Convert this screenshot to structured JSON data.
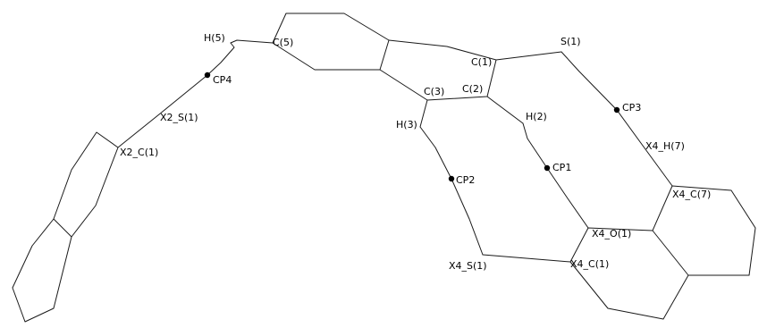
{
  "labels": {
    "h5": "H(5)",
    "c5": "C(5)",
    "cp4": "CP4",
    "x2_s1": "X2_S(1)",
    "x2_c1": "X2_C(1)",
    "s1": "S(1)",
    "c1": "C(1)",
    "c2": "C(2)",
    "c3": "C(3)",
    "h3": "H(3)",
    "h2": "H(2)",
    "cp3": "CP3",
    "x4_h7": "X4_H(7)",
    "cp1": "CP1",
    "cp2": "CP2",
    "x4_c7": "X4_C(7)",
    "x4_o1": "X4_O(1)",
    "x4_s1": "X4_S(1)",
    "x4_c1": "X4_C(1)"
  },
  "colors": {
    "line": "#1a1a1a",
    "dot": "#000000",
    "text": "#000000",
    "background": "#ffffff"
  }
}
